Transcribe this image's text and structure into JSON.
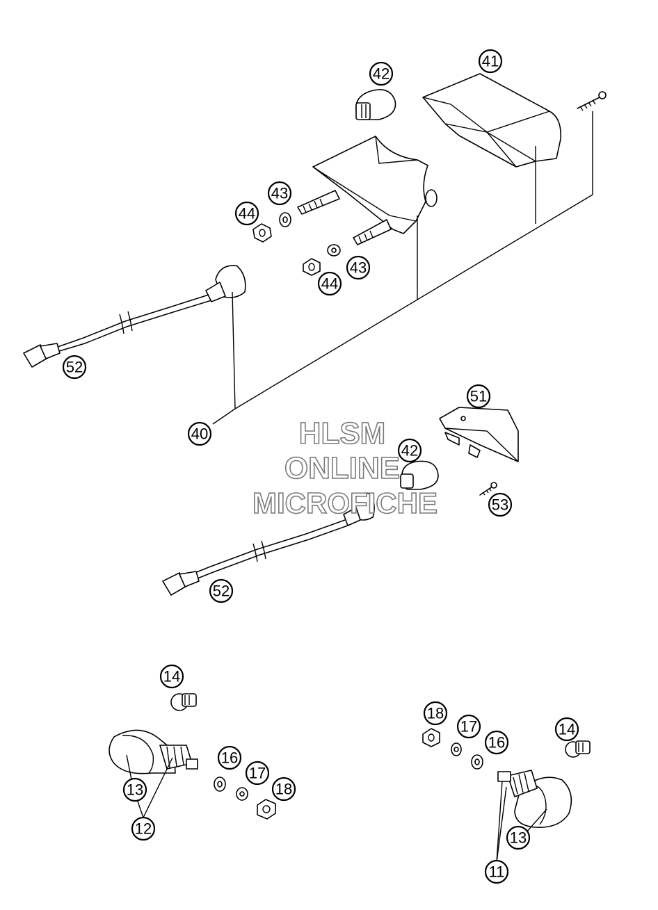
{
  "callouts": {
    "c41": "41",
    "c42a": "42",
    "c43a": "43",
    "c44a": "44",
    "c43b": "43",
    "c44b": "44",
    "c52a": "52",
    "c40": "40",
    "c51": "51",
    "c42b": "42",
    "c53": "53",
    "c52b": "52",
    "c14a": "14",
    "c13a": "13",
    "c12": "12",
    "c16a": "16",
    "c17a": "17",
    "c18a": "18",
    "c18b": "18",
    "c17b": "17",
    "c16b": "16",
    "c14b": "14",
    "c13b": "13",
    "c11": "11"
  },
  "watermark": {
    "line1": "HLSM",
    "line2": "ONLINE",
    "line3": "MICROFICHE"
  }
}
